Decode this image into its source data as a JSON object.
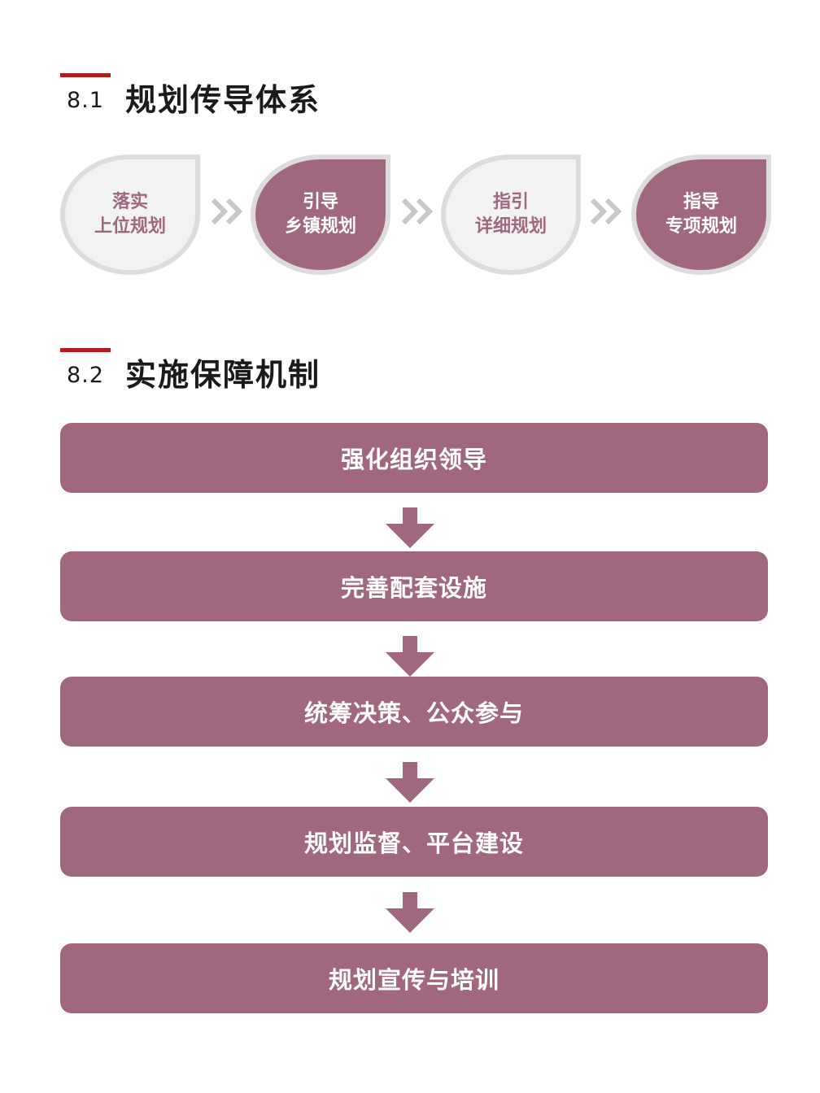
{
  "section1": {
    "number": "8.1",
    "title": "规划传导体系",
    "steps": [
      {
        "line1": "落实",
        "line2": "上位规划",
        "style": "light"
      },
      {
        "line1": "引导",
        "line2": "乡镇规划",
        "style": "dark"
      },
      {
        "line1": "指引",
        "line2": "详细规划",
        "style": "light"
      },
      {
        "line1": "指导",
        "line2": "专项规划",
        "style": "dark"
      }
    ]
  },
  "section2": {
    "number": "8.2",
    "title": "实施保障机制",
    "items": [
      "强化组织领导",
      "完善配套设施",
      "统筹决策、公众参与",
      "规划监督、平台建设",
      "规划宣传与培训"
    ]
  },
  "colors": {
    "accent_red": "#b3191f",
    "mauve": "#a0677f",
    "light_fill": "#f2f2f2",
    "ring_gray": "#dcdcdc",
    "chevron_gray": "#c8c8c8"
  },
  "icons": {
    "chevron": "double-chevron-right-icon",
    "arrow": "arrow-down-icon"
  }
}
